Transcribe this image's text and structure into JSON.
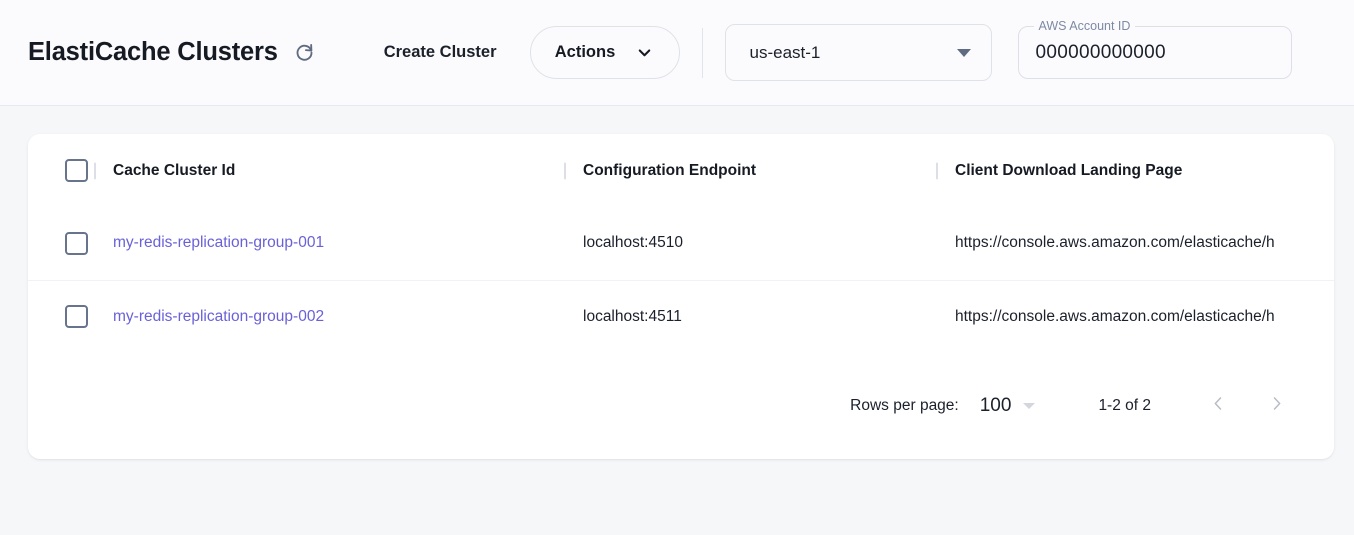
{
  "header": {
    "title": "ElastiCache Clusters",
    "refresh_icon": "refresh-icon",
    "create_cluster_label": "Create Cluster",
    "actions": {
      "label": "Actions",
      "chevron_icon": "chevron-down-icon"
    },
    "region": {
      "value": "us-east-1",
      "caret_icon": "triangle-down-icon"
    },
    "account": {
      "label": "AWS Account ID",
      "value": "000000000000"
    }
  },
  "table": {
    "select_all_checkbox": "unchecked",
    "columns": [
      "Cache Cluster Id",
      "Configuration Endpoint",
      "Client Download Landing Page"
    ],
    "rows": [
      {
        "checkbox": "unchecked",
        "cluster_id": "my-redis-replication-group-001",
        "configuration_endpoint": "localhost:4510",
        "landing_page": "https://console.aws.amazon.com/elasticache/h"
      },
      {
        "checkbox": "unchecked",
        "cluster_id": "my-redis-replication-group-002",
        "configuration_endpoint": "localhost:4511",
        "landing_page": "https://console.aws.amazon.com/elasticache/h"
      }
    ]
  },
  "pagination": {
    "rows_per_page_label": "Rows per page:",
    "rows_per_page_value": "100",
    "range_label": "1-2 of 2",
    "prev_icon": "chevron-left-icon",
    "next_icon": "chevron-right-icon"
  },
  "colors": {
    "link": "#6a61d8",
    "page_background": "#f6f7f9",
    "card_background": "#ffffff",
    "label_muted": "#7d8aa3"
  }
}
